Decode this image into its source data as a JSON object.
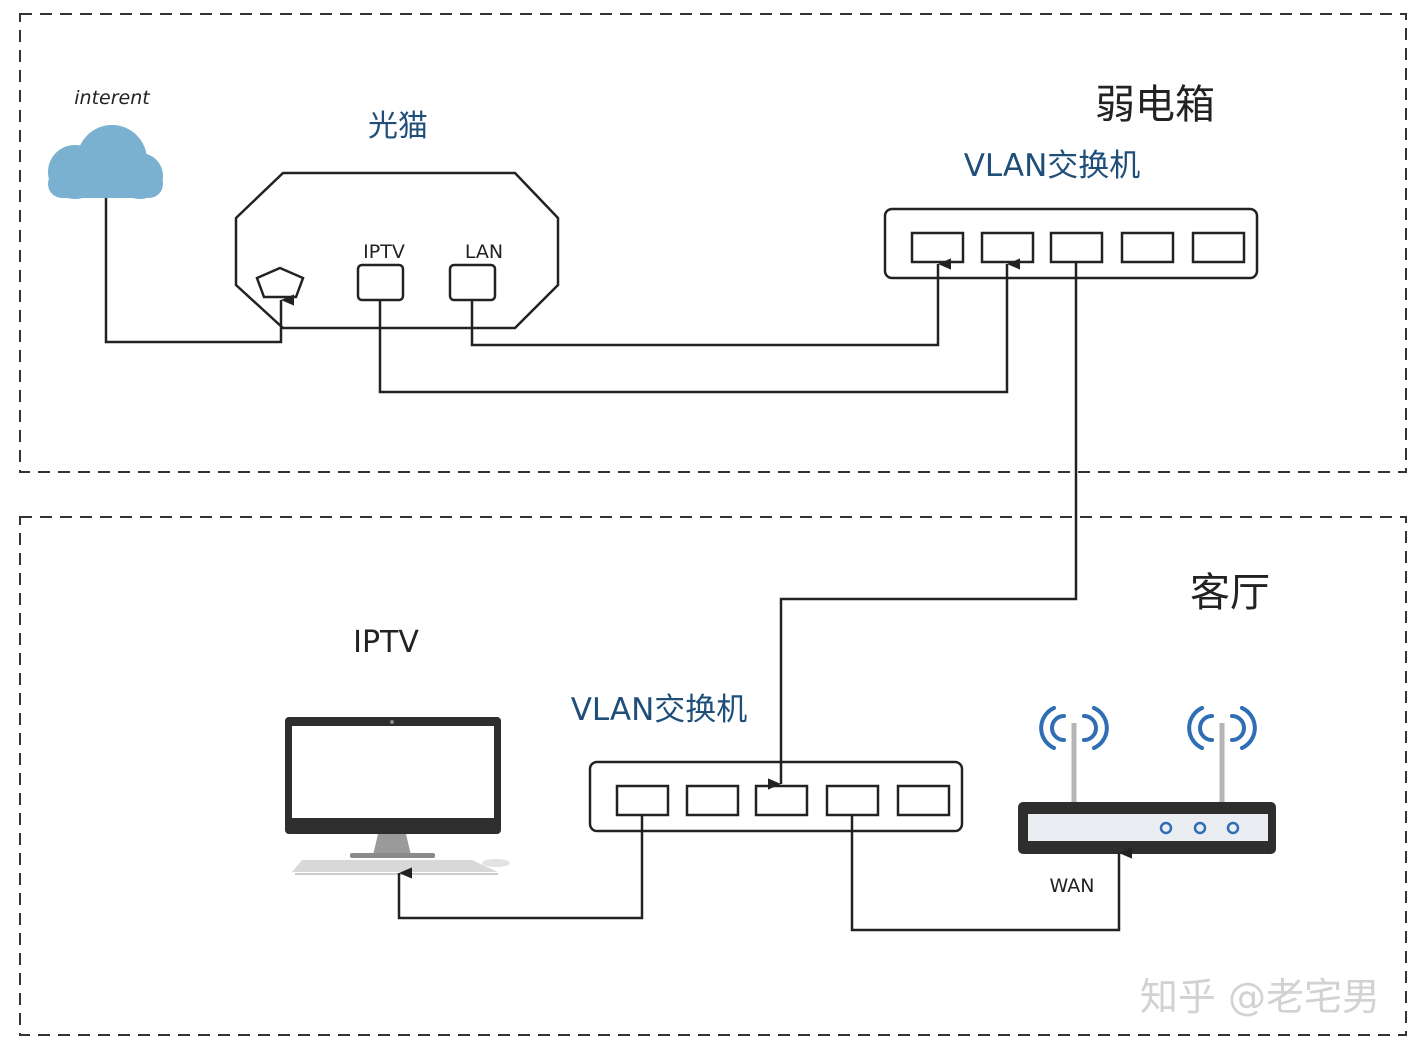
{
  "labels": {
    "internet": "interent",
    "modem": "光猫",
    "modem_iptv_port": "IPTV",
    "modem_lan_port": "LAN",
    "weak_box": "弱电箱",
    "switch_top": "VLAN交换机",
    "living_room": "客厅",
    "iptv_device": "IPTV",
    "switch_bottom": "VLAN交换机",
    "router_wan": "WAN",
    "watermark": "知乎 @老宅男"
  },
  "colors": {
    "zone_border": "#333333",
    "device_label": "#1f4e79",
    "cloud": "#7ab0d0",
    "line": "#222222",
    "router_port": "#2f6db5",
    "wifi_wave": "#2f6db5"
  }
}
